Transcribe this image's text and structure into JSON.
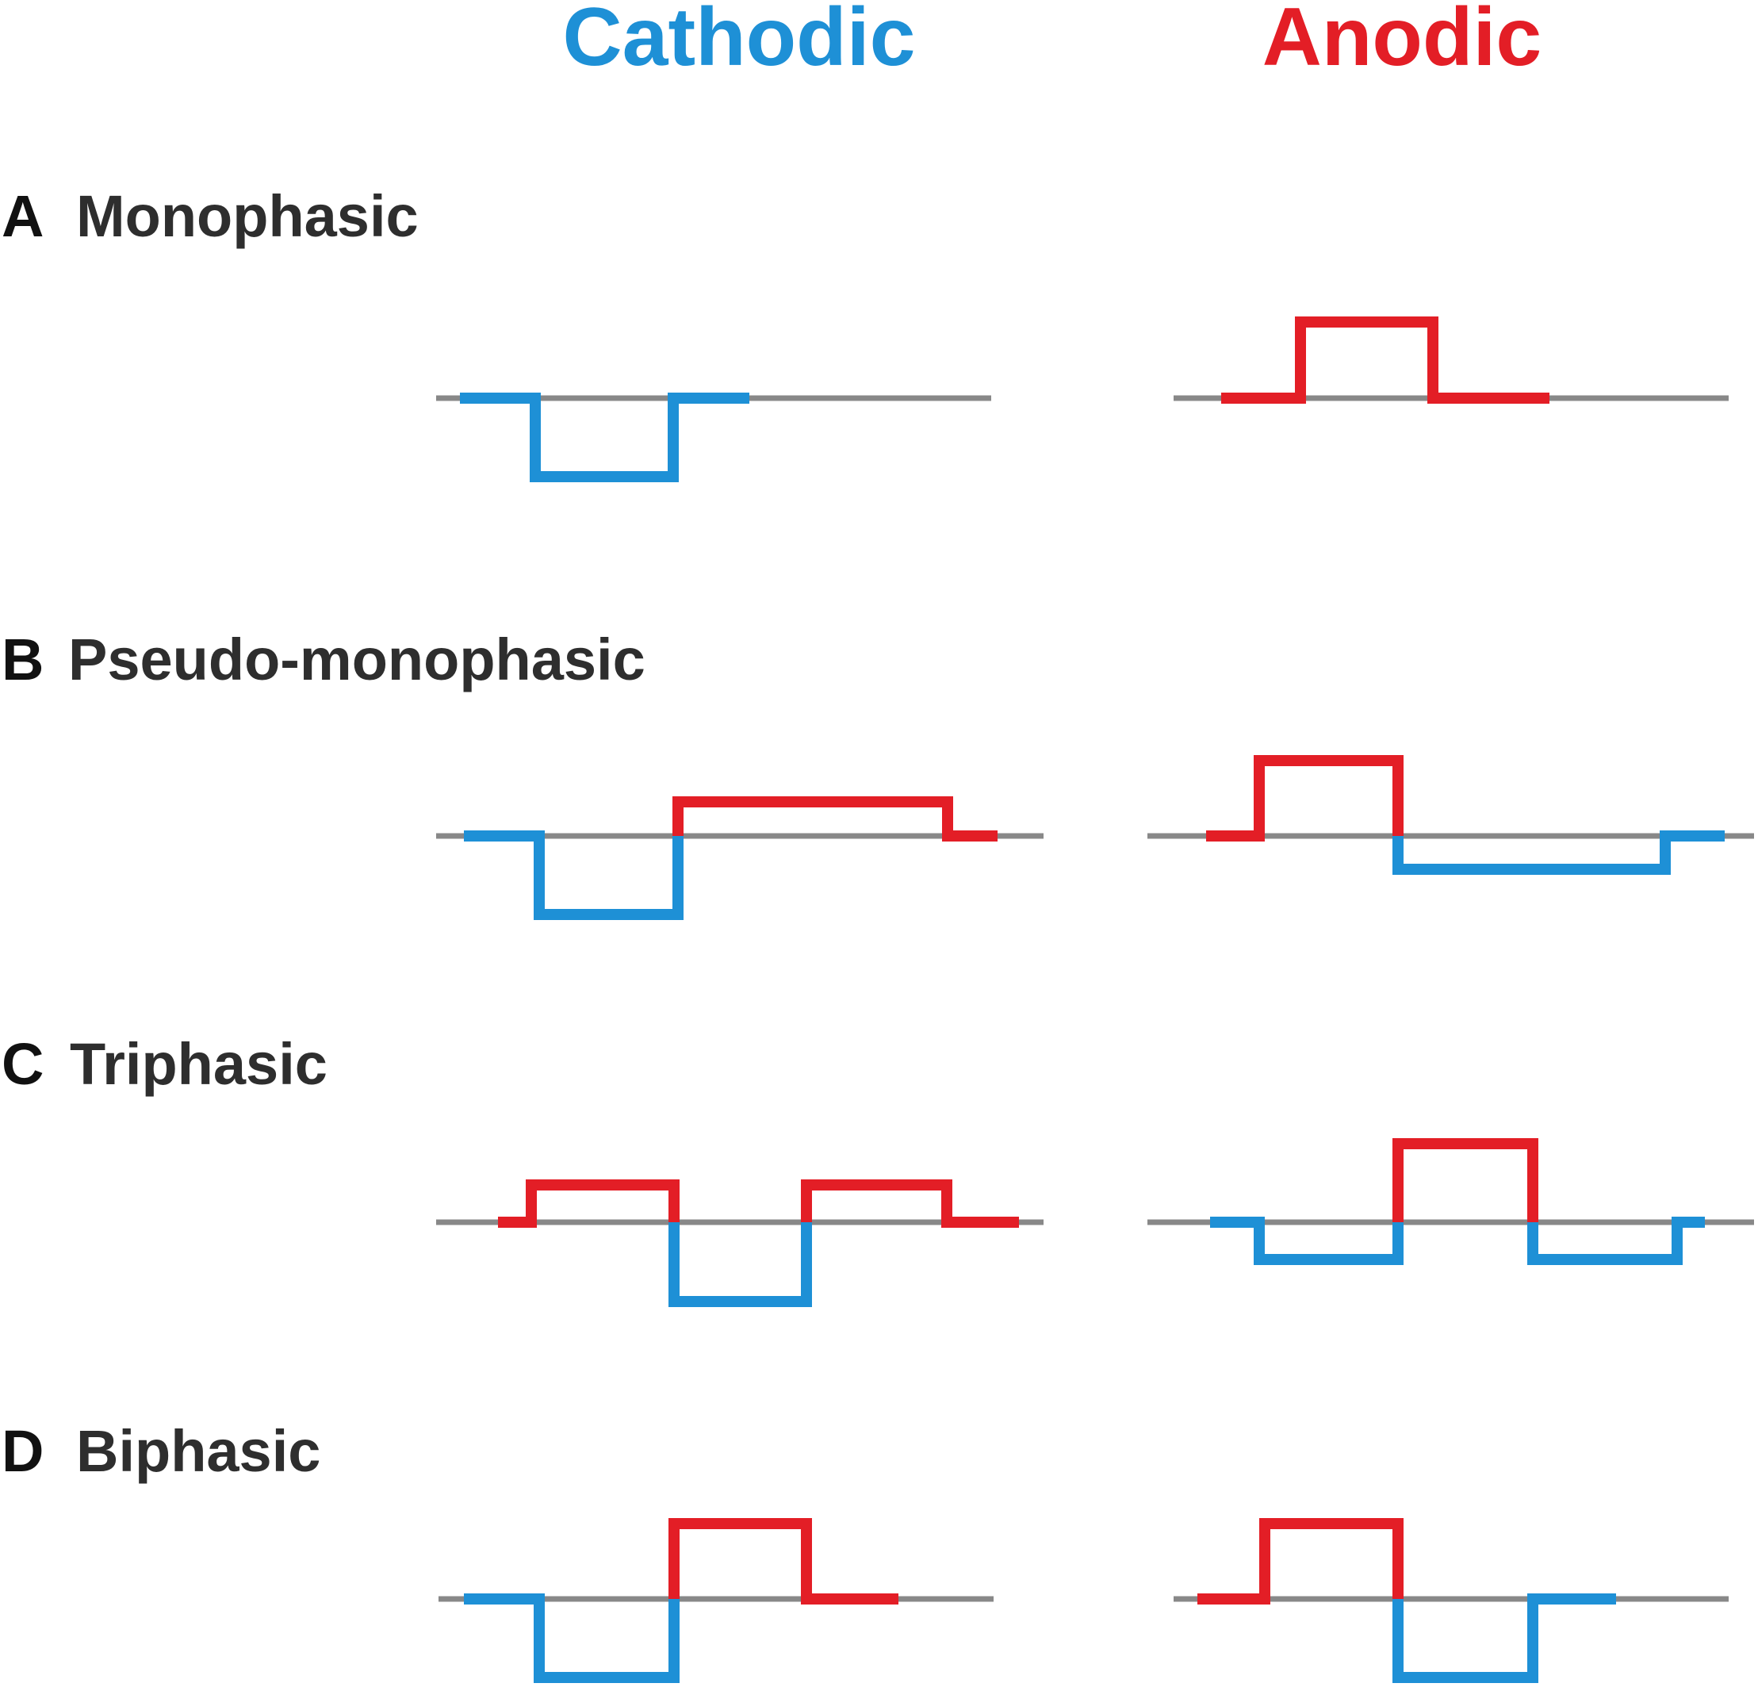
{
  "columns": [
    {
      "label": "Cathodic",
      "color": "#1e90d6"
    },
    {
      "label": "Anodic",
      "color": "#e31e26"
    }
  ],
  "rows": [
    {
      "letter": "A",
      "name": "Monophasic"
    },
    {
      "letter": "B",
      "name": "Pseudo-monophasic"
    },
    {
      "letter": "C",
      "name": "Triphasic"
    },
    {
      "letter": "D",
      "name": "Biphasic"
    }
  ],
  "colors": {
    "cathodic": "#1e90d6",
    "anodic": "#e31e26",
    "baseline": "#888888",
    "label": "#2e2e2e"
  }
}
